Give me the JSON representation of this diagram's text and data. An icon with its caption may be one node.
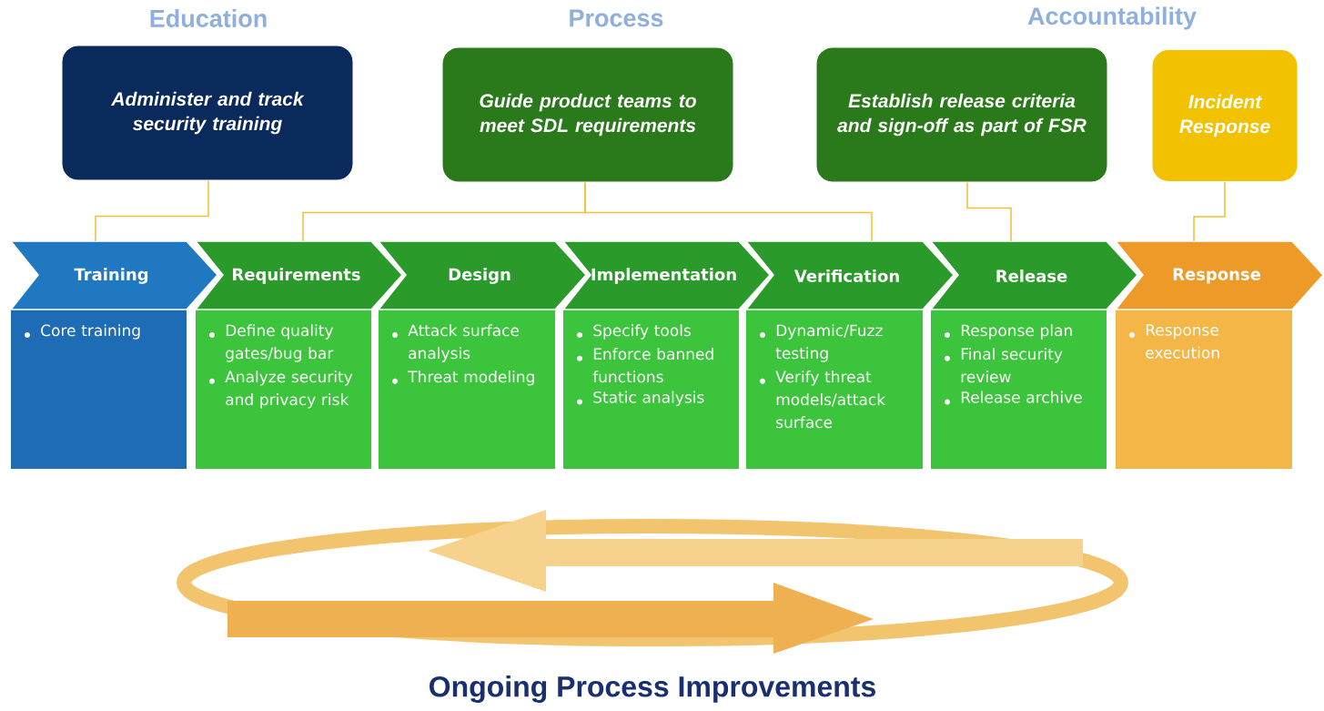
{
  "diagram": {
    "caption": "Ongoing Process Improvements",
    "nodes": [
      {
        "text": [
          "Administer and track security training"
        ]
      },
      {
        "text": [
          "Guide product teams to meet SDL requirements"
        ]
      },
      {
        "text": [
          "Establish release criteria and sign-off as part of FSR"
        ]
      },
      {
        "text": [
          "Incident Response"
        ]
      },
      {
        "text": [
          "Training",
          "Core training"
        ]
      },
      {
        "text": [
          "Requirements",
          "Define quality gates/bug bar",
          "Analyze security and privacy risk"
        ]
      },
      {
        "text": [
          "Design",
          "Attack surface analysis",
          "Threat modeling"
        ]
      },
      {
        "text": [
          "Implementation",
          "Specify tools",
          "Enforce banned functions",
          "Static analysis"
        ]
      },
      {
        "text": [
          "Verification",
          "Dynamic/Fuzz testing",
          "Verify threat models/attack surface"
        ]
      },
      {
        "text": [
          "Release",
          "Response plan",
          "Final security review",
          "Release archive"
        ]
      },
      {
        "text": [
          "Response",
          "Response execution"
        ]
      }
    ],
    "edges": [
      {
        "from": 0,
        "to": 4,
        "arrow": "none"
      },
      {
        "from": 1,
        "to": 5,
        "arrow": "none"
      },
      {
        "from": 1,
        "to": 8,
        "arrow": "none"
      },
      {
        "from": 2,
        "to": 9,
        "arrow": "none"
      },
      {
        "from": 3,
        "to": 10,
        "arrow": "none"
      }
    ],
    "labels": [
      "Education",
      "Process",
      "Accountability"
    ]
  }
}
